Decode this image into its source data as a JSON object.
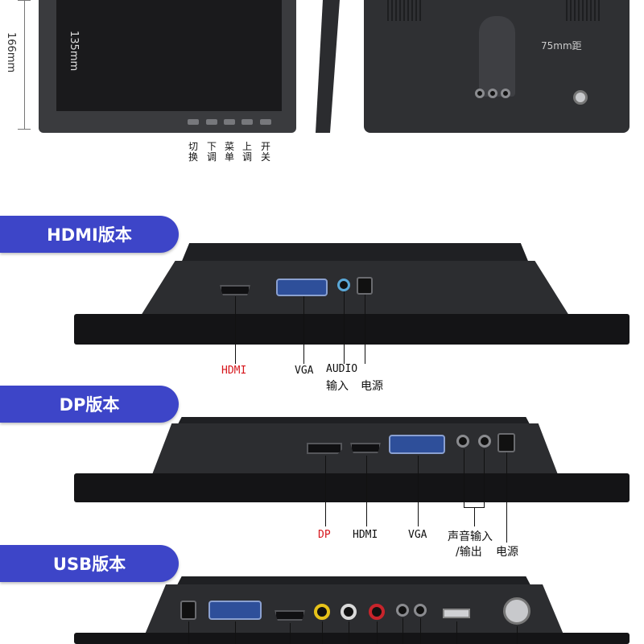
{
  "top": {
    "outer_dimension": "166mm",
    "inner_dimension": "135mm",
    "vesa_label": "75mm距",
    "controls": [
      {
        "label": "切换"
      },
      {
        "label": "下调"
      },
      {
        "label": "菜单"
      },
      {
        "label": "上调"
      },
      {
        "label": "开关"
      }
    ]
  },
  "versions": {
    "hdmi": {
      "title": "HDMI版本",
      "ports": {
        "hdmi": "HDMI",
        "vga": "VGA",
        "audio_line1": "AUDIO",
        "audio_line2": "输入",
        "power": "电源"
      }
    },
    "dp": {
      "title": "DP版本",
      "ports": {
        "dp": "DP",
        "hdmi": "HDMI",
        "vga": "VGA",
        "audio_line1": "声音输入",
        "audio_line2": "/输出",
        "power": "电源"
      }
    },
    "usb": {
      "title": "USB版本"
    }
  },
  "colors": {
    "pill": "#3d45c8",
    "highlight_label": "#d6161c",
    "monitor": "#26272a"
  }
}
